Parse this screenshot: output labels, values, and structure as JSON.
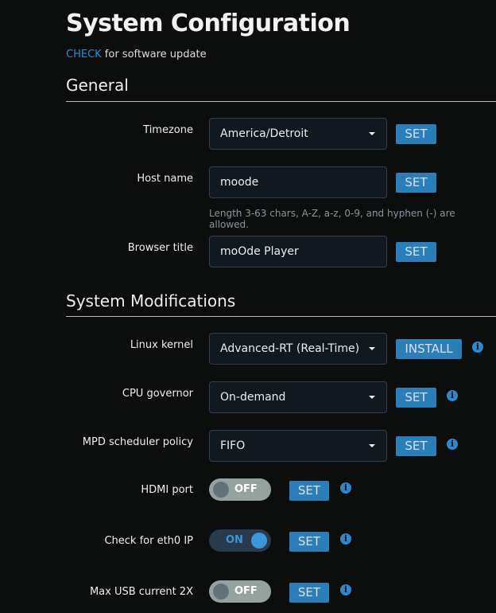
{
  "header": {
    "title": "System Configuration",
    "check_link": "CHECK",
    "check_text": " for software update"
  },
  "general": {
    "heading": "General",
    "timezone": {
      "label": "Timezone",
      "value": "America/Detroit",
      "button": "SET"
    },
    "hostname": {
      "label": "Host name",
      "value": "moode",
      "button": "SET",
      "help": "Length 3-63 chars, A-Z, a-z, 0-9, and hyphen (-) are allowed."
    },
    "browser_title": {
      "label": "Browser title",
      "value": "moOde Player",
      "button": "SET"
    }
  },
  "mods": {
    "heading": "System Modifications",
    "kernel": {
      "label": "Linux kernel",
      "value": "Advanced-RT (Real-Time)",
      "button": "INSTALL"
    },
    "cpu": {
      "label": "CPU governor",
      "value": "On-demand",
      "button": "SET"
    },
    "mpd": {
      "label": "MPD scheduler policy",
      "value": "FIFO",
      "button": "SET"
    },
    "hdmi": {
      "label": "HDMI port",
      "state": "OFF",
      "button": "SET"
    },
    "eth0": {
      "label": "Check for eth0 IP",
      "state": "ON",
      "button": "SET"
    },
    "usb": {
      "label": "Max USB current 2X",
      "state": "OFF",
      "button": "SET"
    }
  },
  "icons": {
    "info": "info-circle-icon",
    "caret": "caret-down-icon"
  },
  "colors": {
    "accent": "#2a7fba",
    "background": "#0c0d0d"
  }
}
